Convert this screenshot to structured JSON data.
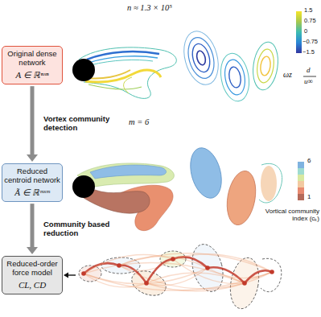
{
  "diagram": {
    "nodes": [
      {
        "text": [
          "Original dense network",
          "A ∈ ℝⁿˣⁿ"
        ]
      },
      {
        "text": [
          "Reduced centroid network",
          "Ã ∈ ℝᵐˣᵐ"
        ]
      },
      {
        "text": [
          "Reduced-order force model",
          "CL, CD"
        ]
      }
    ],
    "edges": [
      {
        "from": 0,
        "to": 1,
        "arrow": "to",
        "label": "Vortex community detection"
      },
      {
        "from": 1,
        "to": 2,
        "arrow": "to",
        "label": "Community based reduction"
      }
    ],
    "labels": [
      "n ≈ 1.3 × 10⁵",
      "1.5",
      "0.75",
      "0",
      "−0.75",
      "−1.5",
      "ωz",
      "d",
      "u∞",
      "m = 6",
      "6",
      "1",
      "Vortical community index (cₖ)"
    ]
  }
}
